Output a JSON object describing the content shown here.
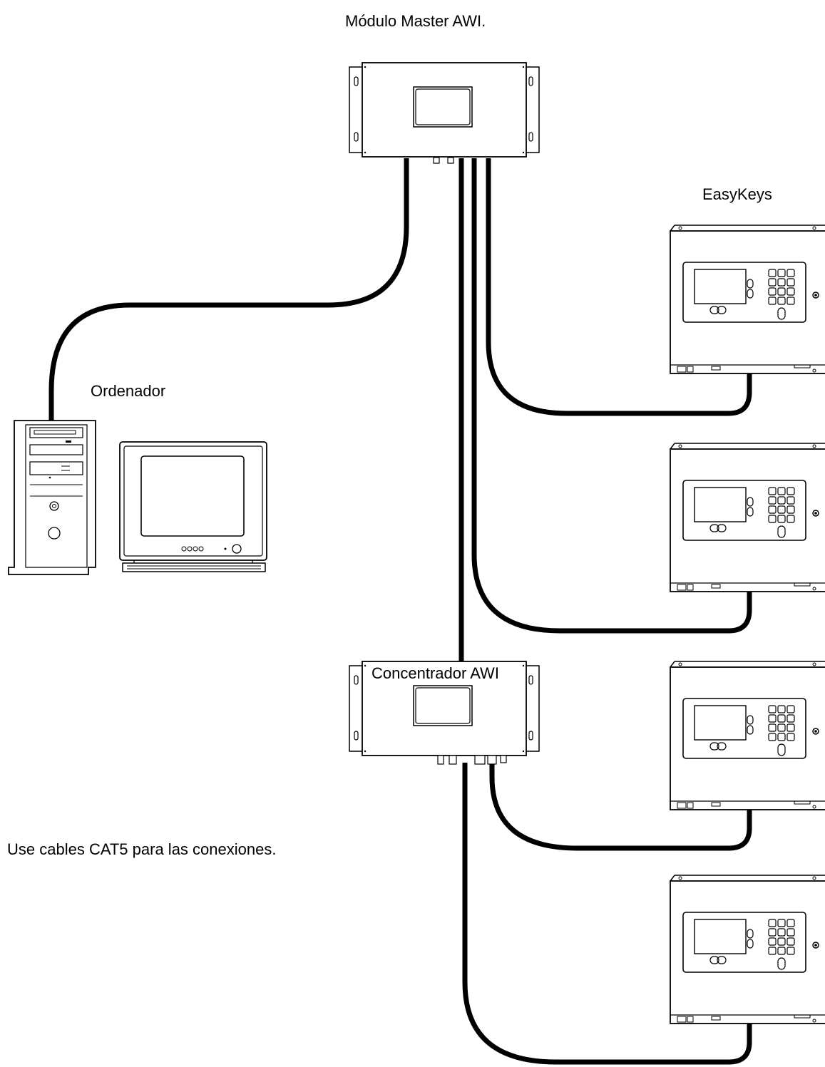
{
  "labels": {
    "master": "Módulo Master AWI.",
    "easykeys": "EasyKeys",
    "computer": "Ordenador",
    "concentrator": "Concentrador AWI",
    "note": "Use cables CAT5 para las conexiones."
  },
  "colors": {
    "line": "#000000",
    "background": "#ffffff"
  },
  "devices": {
    "master": {
      "icon": "master-module-icon"
    },
    "concentrator": {
      "icon": "concentrator-icon"
    },
    "computer": {
      "icons": [
        "pc-tower-icon",
        "monitor-icon",
        "keyboard-icon"
      ]
    },
    "easykeys": [
      {
        "icon": "easykey-cabinet-icon"
      },
      {
        "icon": "easykey-cabinet-icon"
      },
      {
        "icon": "easykey-cabinet-icon"
      },
      {
        "icon": "easykey-cabinet-icon"
      }
    ]
  }
}
